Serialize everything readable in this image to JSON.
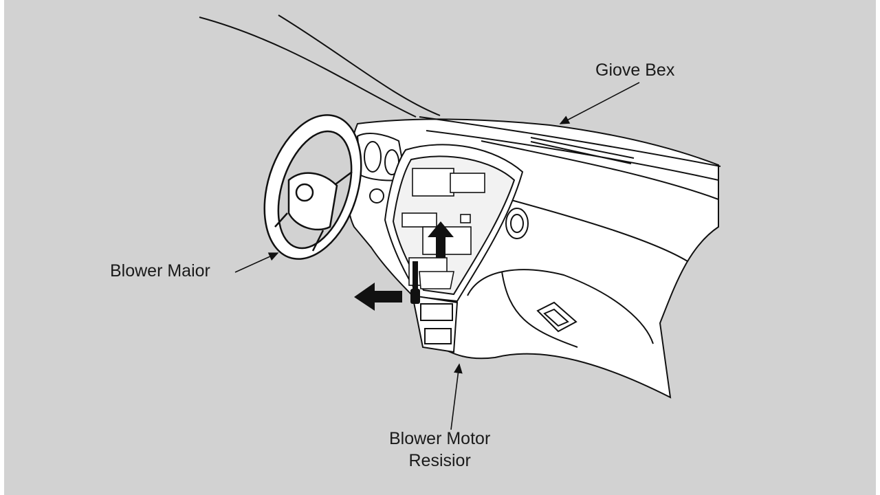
{
  "labels": {
    "glove_box": "Giove Bex",
    "blower_motor": "Blower Maior",
    "blower_motor_resistor_line1": "Blower Motor",
    "blower_motor_resistor_line2": "Resisior"
  },
  "colors": {
    "background": "#d2d2d2",
    "line": "#111111",
    "fill": "#ffffff"
  }
}
